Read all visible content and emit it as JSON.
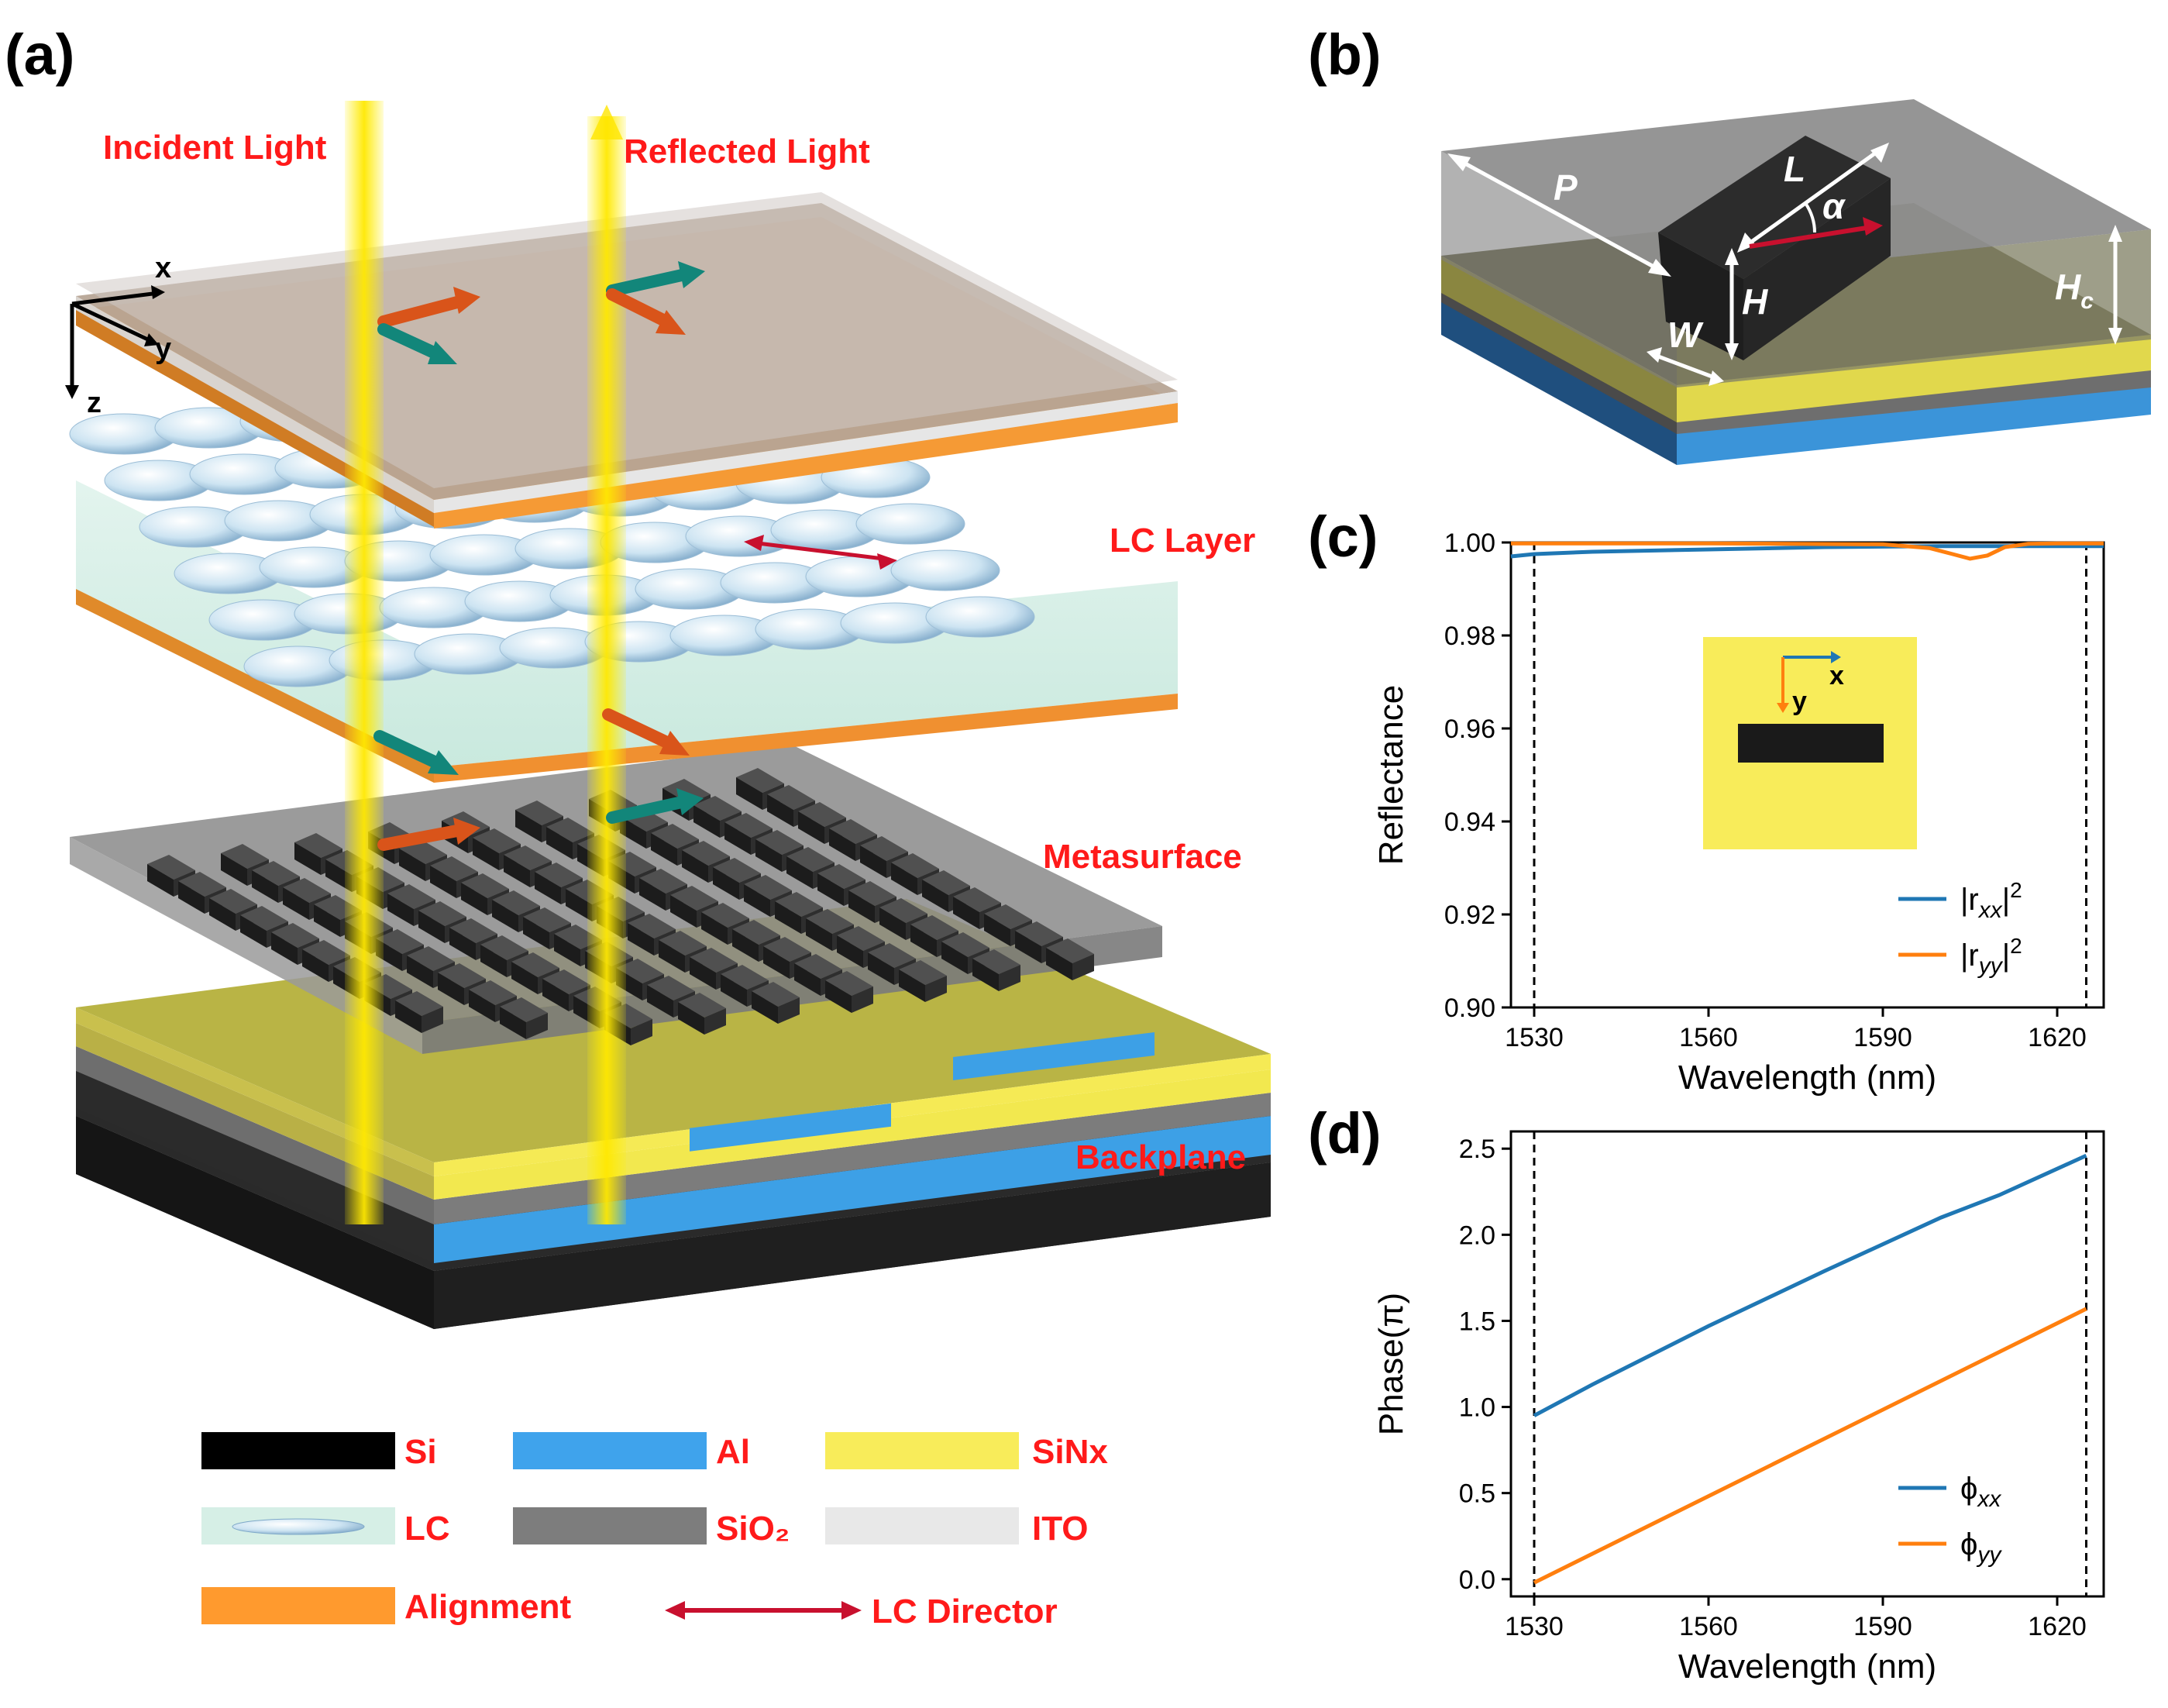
{
  "panels": {
    "a": "(a)",
    "b": "(b)",
    "c": "(c)",
    "d": "(d)"
  },
  "panel_a": {
    "incident_light": "Incident Light",
    "reflected_light": "Reflected Light",
    "lc_layer": "LC Layer",
    "metasurface": "Metasurface",
    "backplane": "Backplane",
    "axis_x": "x",
    "axis_y": "y",
    "axis_z": "z"
  },
  "material_legend": [
    {
      "label": "Si",
      "color": "#000000"
    },
    {
      "label": "Al",
      "color": "#3fa3ec"
    },
    {
      "label": "SiNx",
      "color": "#f8ec5a"
    },
    {
      "label": "LC",
      "color": "#d6efe6"
    },
    {
      "label": "SiO₂",
      "color": "#7d7d7d"
    },
    {
      "label": "ITO",
      "color": "#e8e8e8"
    },
    {
      "label": "Alignment",
      "color": "#ff9a2e"
    },
    {
      "label": "LC Director",
      "color": "#c8102e"
    }
  ],
  "panel_b": {
    "P": "P",
    "L": "L",
    "alpha": "α",
    "H": "H",
    "W": "W",
    "Hc": "H",
    "Hc_sub": "c"
  },
  "colors": {
    "blue_series": "#1f77b4",
    "orange_series": "#ff7f0e"
  },
  "chart_data": [
    {
      "id": "c",
      "type": "line",
      "xlabel": "Wavelength (nm)",
      "ylabel": "Reflectance",
      "xlim": [
        1526,
        1628
      ],
      "ylim": [
        0.9,
        1.0
      ],
      "xticks": [
        1530,
        1560,
        1590,
        1620
      ],
      "yticks": [
        "0.90",
        "0.92",
        "0.94",
        "0.96",
        "0.98",
        "1.00"
      ],
      "vlines": [
        1530,
        1625
      ],
      "legend": "lower-right",
      "inset": {
        "axis_x": "x",
        "axis_y": "y"
      },
      "series": [
        {
          "name": "|r_xx|²",
          "base": "|r",
          "sub": "xx",
          "sup": "2",
          "color": "#1f77b4",
          "x": [
            1526,
            1530,
            1540,
            1560,
            1580,
            1600,
            1615,
            1628
          ],
          "y": [
            0.997,
            0.9975,
            0.998,
            0.9985,
            0.999,
            0.9992,
            0.9992,
            0.9992
          ]
        },
        {
          "name": "|r_yy|²",
          "base": "|r",
          "sub": "yy",
          "sup": "2",
          "color": "#ff7f0e",
          "x": [
            1526,
            1530,
            1560,
            1590,
            1598,
            1602,
            1605,
            1608,
            1611,
            1615,
            1620,
            1628
          ],
          "y": [
            0.9998,
            0.9998,
            0.9998,
            0.9996,
            0.9988,
            0.9975,
            0.9965,
            0.9972,
            0.999,
            0.9997,
            0.9998,
            0.9998
          ]
        }
      ]
    },
    {
      "id": "d",
      "type": "line",
      "xlabel": "Wavelength (nm)",
      "ylabel": "Phase(π)",
      "xlim": [
        1526,
        1628
      ],
      "ylim": [
        -0.1,
        2.6
      ],
      "xticks": [
        1530,
        1560,
        1590,
        1620
      ],
      "yticks": [
        "0.0",
        "0.5",
        "1.0",
        "1.5",
        "2.0",
        "2.5"
      ],
      "vlines": [
        1530,
        1625
      ],
      "legend": "lower-right",
      "series": [
        {
          "name": "ϕxx",
          "base": "ϕ",
          "sub": "xx",
          "color": "#1f77b4",
          "x": [
            1530,
            1540,
            1560,
            1580,
            1600,
            1610,
            1625
          ],
          "y": [
            0.95,
            1.13,
            1.47,
            1.79,
            2.1,
            2.23,
            2.46
          ]
        },
        {
          "name": "ϕyy",
          "base": "ϕ",
          "sub": "yy",
          "color": "#ff7f0e",
          "x": [
            1530,
            1625
          ],
          "y": [
            -0.02,
            1.57
          ]
        }
      ]
    }
  ]
}
